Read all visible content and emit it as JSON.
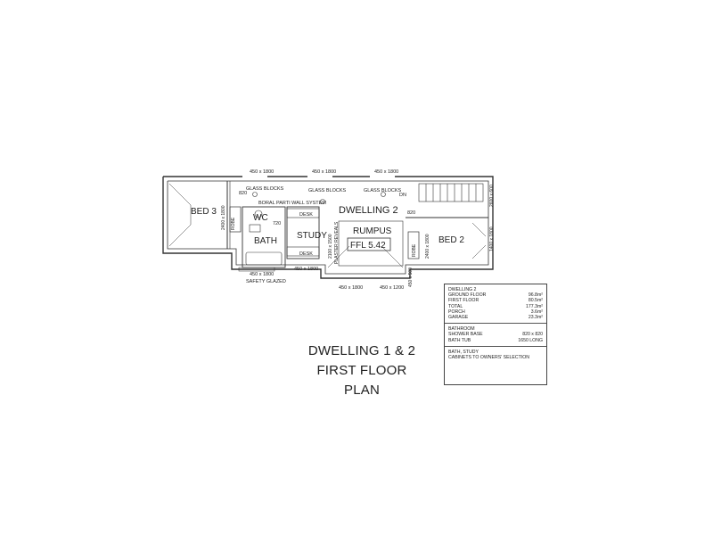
{
  "title": {
    "line1": "DWELLING 1 & 2",
    "line2": "FIRST FLOOR PLAN"
  },
  "rooms": {
    "bed3": "BED 3",
    "bed2": "BED 2",
    "bath": "BATH",
    "wc": "WC",
    "study": "STUDY",
    "rumpus": "RUMPUS",
    "dwelling": "DWELLING 2",
    "ffl": "FFL 5.42"
  },
  "labels": {
    "glass_blocks_1": "GLASS BLOCKS",
    "glass_blocks_2": "GLASS BLOCKS",
    "glass_blocks_3": "GLASS BLOCKS",
    "boral": "BORAL PARTI WALL SYSTEM",
    "desk_top": "DESK",
    "desk_bottom": "DESK",
    "dn": "DN",
    "robe_left": "ROBE",
    "robe_right": "ROBE",
    "safety_glazed": "SAFETY GLAZED",
    "plaster_reveals": "PLASTER REVEALS"
  },
  "dimensions": {
    "top_left": "450 x 1800",
    "top_mid": "450 x 1800",
    "top_right": "450 x 1800",
    "door_820_a": "820",
    "door_820_b": "820",
    "door_720": "720",
    "bath_bottom": "450 x 1800",
    "study_bottom": "450 x 1800",
    "rumpus_bottom_left": "450 x 1800",
    "rumpus_bottom_right": "450 x 1200",
    "v_2100_1500": "2100 x 1500",
    "v_2400_1800_left": "2400 x 1800",
    "v_2400_1800_right": "2400 x 1800",
    "v_2600_600": "2600 x 600",
    "v_1400_1800": "1400 x 1800",
    "v_450_500": "450 x 500"
  },
  "area_table": {
    "heading": "DWELLING 2",
    "rows": [
      {
        "label": "GROUND FLOOR",
        "value": "96.8m²"
      },
      {
        "label": "FIRST FLOOR",
        "value": "80.5m²"
      },
      {
        "label": "TOTAL",
        "value": "177.3m²"
      },
      {
        "label": "PORCH",
        "value": "3.6m²"
      },
      {
        "label": "GARAGE",
        "value": "23.3m²"
      }
    ],
    "bathroom_heading": "BATHROOM",
    "bathroom_rows": [
      {
        "label": "SHOWER BASE",
        "value": "820 x 820"
      },
      {
        "label": "BATH TUB",
        "value": "1650 LONG"
      }
    ],
    "note_line1": "BATH, STUDY",
    "note_line2": "CABINETS TO OWNERS' SELECTION"
  }
}
